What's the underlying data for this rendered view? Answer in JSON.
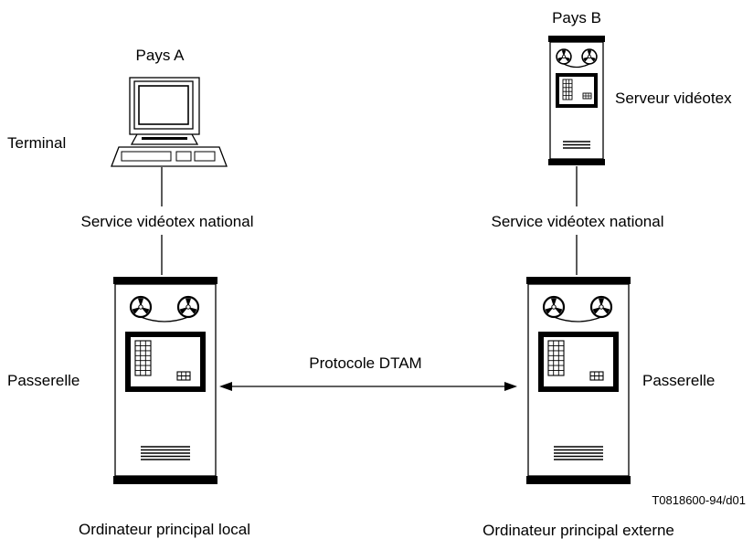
{
  "labels": {
    "pays_a": "Pays A",
    "pays_b": "Pays B",
    "terminal": "Terminal",
    "serveur_videotex": "Serveur vidéotex",
    "service_left": "Service vidéotex national",
    "service_right": "Service vidéotex national",
    "passerelle_left": "Passerelle",
    "passerelle_right": "Passerelle",
    "protocole": "Protocole DTAM",
    "ordinateur_local": "Ordinateur principal local",
    "ordinateur_externe": "Ordinateur principal externe",
    "figure_id": "T0818600-94/d01"
  },
  "icons": {
    "terminal": "computer-terminal-icon",
    "server": "videotex-server-icon",
    "gateway": "gateway-mainframe-icon"
  }
}
